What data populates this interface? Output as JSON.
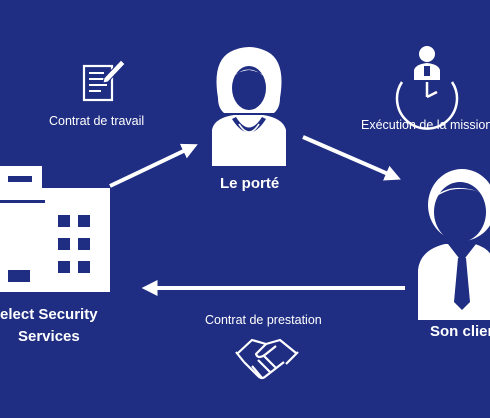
{
  "diagram": {
    "colors": {
      "background": "#1f2d82",
      "foreground": "#ffffff"
    },
    "nodes": {
      "company": {
        "label_line1": "elect Security",
        "label_line2": "Services",
        "icon": "office-building-icon"
      },
      "porte": {
        "label": "Le porté",
        "icon": "woman-person-icon"
      },
      "client": {
        "label": "Son clien",
        "icon": "businessman-icon"
      }
    },
    "annotations": {
      "contrat_travail": {
        "label": "Contrat de travail",
        "icon": "contract-document-icon"
      },
      "execution_mission": {
        "label": "Exécution de la mission",
        "icon": "person-clock-icon"
      },
      "contrat_prestation": {
        "label": "Contrat de prestation",
        "icon": "handshake-icon"
      }
    },
    "arrows": [
      {
        "from": "company",
        "to": "porte"
      },
      {
        "from": "porte",
        "to": "client"
      },
      {
        "from": "client",
        "to": "company"
      }
    ]
  }
}
